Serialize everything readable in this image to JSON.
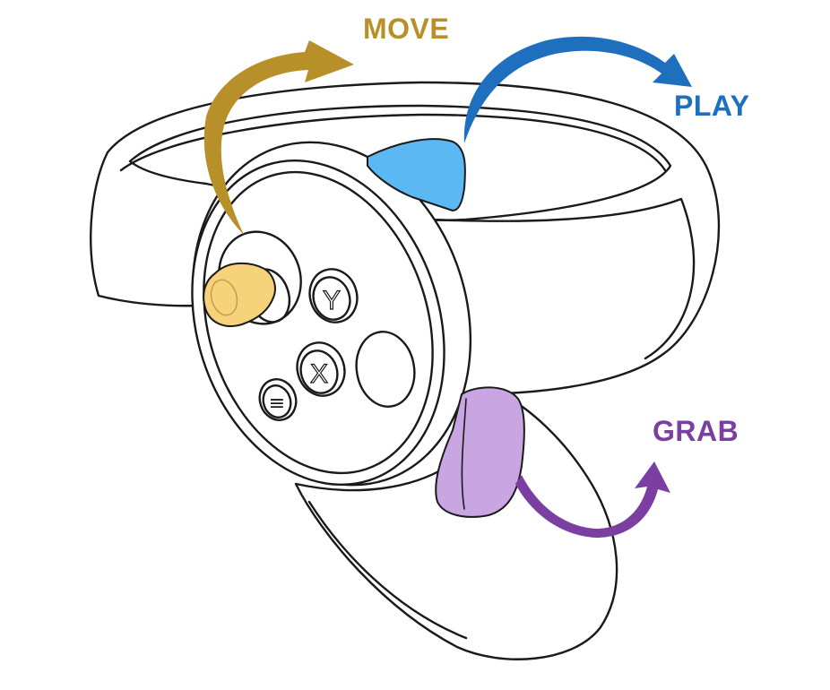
{
  "labels": {
    "move": "MOVE",
    "play": "PLAY",
    "grab": "GRAB"
  },
  "colors": {
    "move": "#B8902A",
    "move_thumbstick": "#F6D27A",
    "play": "#1F6FBF",
    "play_trigger": "#5CB8F2",
    "grab": "#7A3FA0",
    "grab_trigger": "#C9A6E2",
    "outline": "#1a1a1a",
    "body": "#ffffff"
  },
  "buttons": {
    "y": "Y",
    "x": "X",
    "menu": "≡"
  },
  "icons": {
    "move_arrow": "curved-arrow-icon",
    "play_arrow": "curved-arrow-icon",
    "grab_arrow": "curved-arrow-icon"
  }
}
